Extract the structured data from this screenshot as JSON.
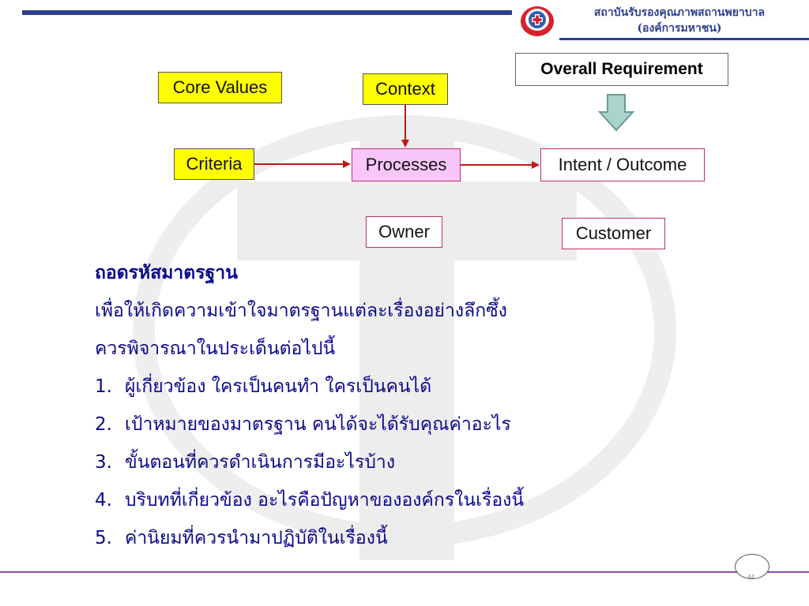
{
  "header": {
    "org_name": "สถาบันรับรองคุณภาพสถานพยาบาล",
    "org_sub": "(องค์การมหาชน)",
    "logo_icon": "red-cross-logo-icon",
    "accent_color": "#2e3f8f"
  },
  "diagram": {
    "overall_requirement": "Overall Requirement",
    "core_values": "Core Values",
    "context": "Context",
    "criteria": "Criteria",
    "processes": "Processes",
    "intent_outcome": "Intent / Outcome",
    "owner": "Owner",
    "customer": "Customer"
  },
  "content": {
    "heading": "ถอดรหัสมาตรฐาน",
    "intro_1": "เพื่อให้เกิดความเข้าใจมาตรฐานแต่ละเรื่องอย่างลึกซึ้ง",
    "intro_2": "ควรพิจารณาในประเด็นต่อไปนี้",
    "items": [
      {
        "num": "1.",
        "text": "ผู้เกี่ยวข้อง ใครเป็นคนทำ ใครเป็นคนได้"
      },
      {
        "num": "2.",
        "text": "เป้าหมายของมาตรฐาน คนได้จะได้รับคุณค่าอะไร"
      },
      {
        "num": "3.",
        "text": "ขั้นตอนที่ควรดำเนินการมีอะไรบ้าง"
      },
      {
        "num": "4.",
        "text": "บริบทที่เกี่ยวข้อง อะไรคือปัญหาขององค์กรในเรื่องนี้"
      },
      {
        "num": "5.",
        "text": "ค่านิยมที่ควรนำมาปฏิบัติในเรื่องนี้"
      }
    ]
  },
  "footer": {
    "page_number": "44"
  }
}
